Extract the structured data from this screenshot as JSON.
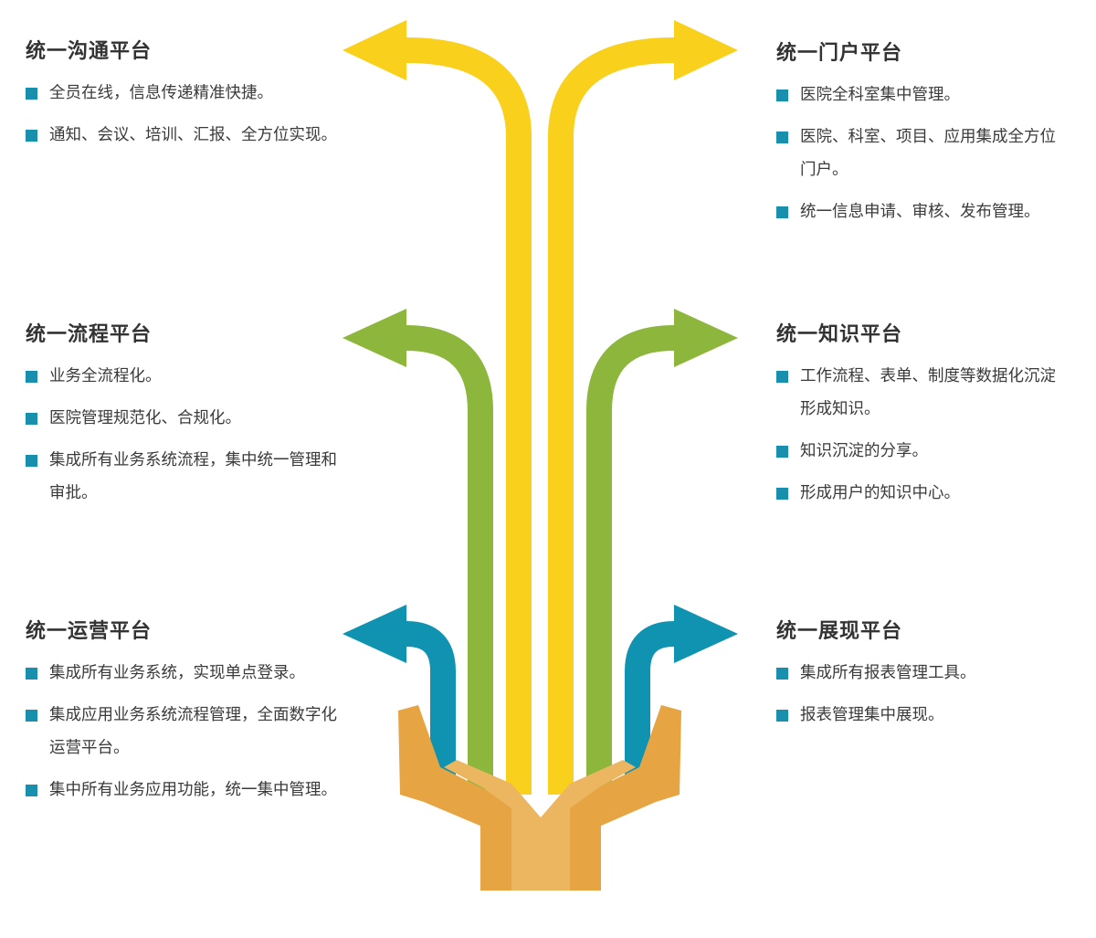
{
  "colors": {
    "yellow": "#f9d01b",
    "green": "#8cb73c",
    "teal": "#0f93b0",
    "hand_light": "#ecb660",
    "hand_dark": "#e6a443",
    "bullet": "#1890ad",
    "heading": "#333333",
    "text": "#3a3a3a"
  },
  "sections": {
    "comm": {
      "title": "统一沟通平台",
      "items": [
        "全员在线，信息传递精准快捷。",
        "通知、会议、培训、汇报、全方位实现。"
      ]
    },
    "portal": {
      "title": "统一门户平台",
      "items": [
        "医院全科室集中管理。",
        "医院、科室、项目、应用集成全方位门户。",
        "统一信息申请、审核、发布管理。"
      ]
    },
    "process": {
      "title": "统一流程平台",
      "items": [
        "业务全流程化。",
        "医院管理规范化、合规化。",
        "集成所有业务系统流程，集中统一管理和审批。"
      ]
    },
    "knowledge": {
      "title": "统一知识平台",
      "items": [
        "工作流程、表单、制度等数据化沉淀形成知识。",
        "知识沉淀的分享。",
        "形成用户的知识中心。"
      ]
    },
    "ops": {
      "title": "统一运营平台",
      "items": [
        "集成所有业务系统，实现单点登录。",
        "集成应用业务系统流程管理，全面数字化运营平台。",
        "集中所有业务应用功能，统一集中管理。"
      ]
    },
    "display": {
      "title": "统一展现平台",
      "items": [
        "集成所有报表管理工具。",
        "报表管理集中展现。"
      ]
    }
  }
}
